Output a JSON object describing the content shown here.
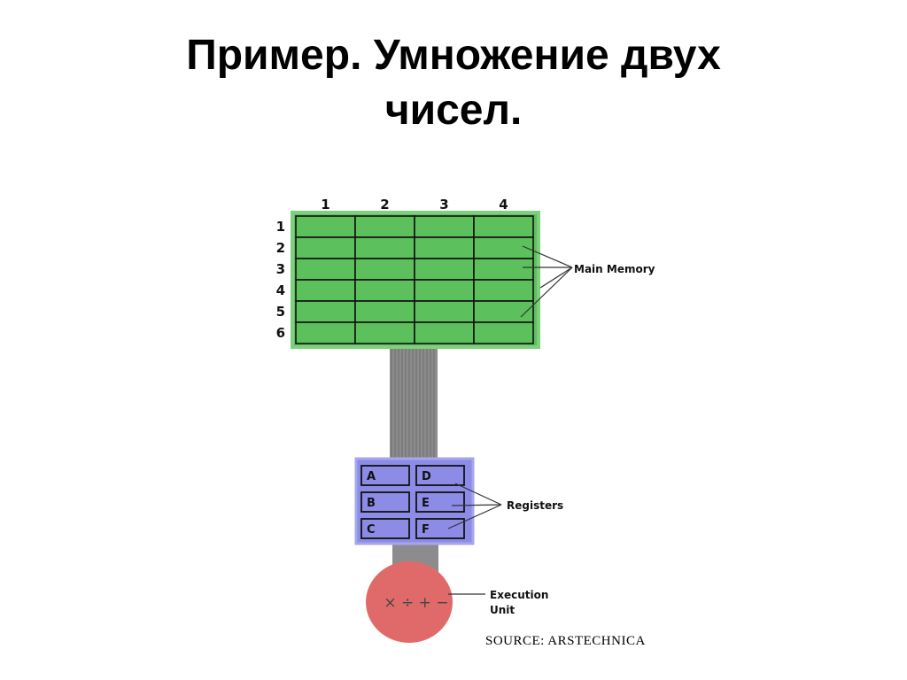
{
  "title": {
    "line1": "Пример. Умножение двух",
    "line2": "чисел."
  },
  "diagram": {
    "columns": [
      "1",
      "2",
      "3",
      "4"
    ],
    "rows": [
      "1",
      "2",
      "3",
      "4",
      "5",
      "6"
    ],
    "main_memory_label": "Main Memory",
    "registers": [
      "A",
      "B",
      "C",
      "D",
      "E",
      "F"
    ],
    "registers_label": "Registers",
    "execution_unit_label": [
      "Execution",
      "Unit"
    ],
    "execution_ops": "× ÷ + −",
    "colors": {
      "memory": "#5cc05c",
      "memory_border": "#7ed07e",
      "bus": "#8c8c8c",
      "registers": "#8c8ce6",
      "execution_unit": "#e06a6a"
    }
  },
  "source": "SOURCE: ARSTECHNICA"
}
